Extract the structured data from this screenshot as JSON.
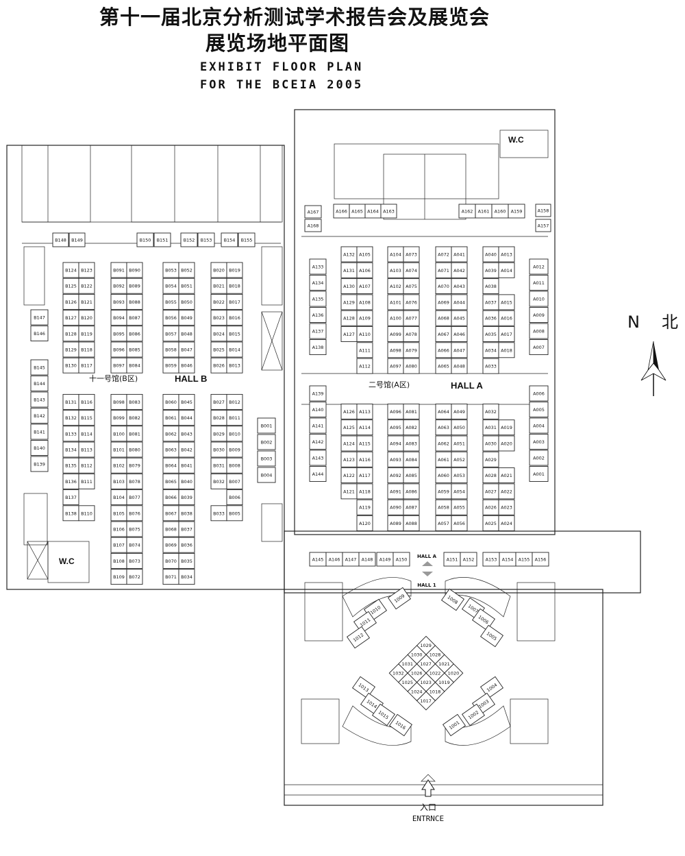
{
  "title": {
    "line1": "第十一届北京分析测试学术报告会及展览会",
    "line2": "展览场地平面图",
    "line3": "EXHIBIT FLOOR PLAN",
    "line4": "FOR THE BCEIA 2005"
  },
  "labels": {
    "hall_b": "HALL  B",
    "hall_b_cn": "十一号馆(B区)",
    "hall_a": "HALL  A",
    "hall_a_cn": "二号馆(A区)",
    "hall_a_small": "HALL A",
    "hall_1_small": "HALL 1",
    "wc": "W.C",
    "north_letter": "N",
    "north_cn": "北",
    "entrance_cn": "入口",
    "entrance_en": "ENTRNCE"
  },
  "booths": {
    "b_top_row": [
      "B148",
      "B149",
      "B150",
      "B151",
      "B152",
      "B153",
      "B154",
      "B155"
    ],
    "b_col1_pairs": [
      [
        "B124",
        "B123"
      ],
      [
        "B125",
        "B122"
      ],
      [
        "B126",
        "B121"
      ],
      [
        "B127",
        "B120"
      ],
      [
        "B128",
        "B119"
      ],
      [
        "B129",
        "B118"
      ],
      [
        "B130",
        "B117"
      ],
      [
        "B131",
        "B116"
      ],
      [
        "B132",
        "B115"
      ],
      [
        "B133",
        "B114"
      ],
      [
        "B134",
        "B113"
      ],
      [
        "B135",
        "B112"
      ],
      [
        "B136",
        "B111"
      ],
      [
        "B137",
        ""
      ],
      [
        "B138",
        "B110"
      ]
    ],
    "b_col2_pairs": [
      [
        "B091",
        "B090"
      ],
      [
        "B092",
        "B089"
      ],
      [
        "B093",
        "B088"
      ],
      [
        "B094",
        "B087"
      ],
      [
        "B095",
        "B086"
      ],
      [
        "B096",
        "B085"
      ],
      [
        "B097",
        "B084"
      ],
      [
        "B098",
        "B083"
      ],
      [
        "B099",
        "B082"
      ],
      [
        "B100",
        "B081"
      ],
      [
        "B101",
        "B080"
      ],
      [
        "B102",
        "B079"
      ],
      [
        "B103",
        "B078"
      ],
      [
        "B104",
        "B077"
      ],
      [
        "B105",
        "B076"
      ],
      [
        "B106",
        "B075"
      ],
      [
        "B107",
        "B074"
      ],
      [
        "B108",
        "B073"
      ],
      [
        "B109",
        "B072"
      ]
    ],
    "b_col3_pairs": [
      [
        "B053",
        "B052"
      ],
      [
        "B054",
        "B051"
      ],
      [
        "B055",
        "B050"
      ],
      [
        "B056",
        "B049"
      ],
      [
        "B057",
        "B048"
      ],
      [
        "B058",
        "B047"
      ],
      [
        "B059",
        "B046"
      ],
      [
        "B060",
        "B045"
      ],
      [
        "B061",
        "B044"
      ],
      [
        "B062",
        "B043"
      ],
      [
        "B063",
        "B042"
      ],
      [
        "B064",
        "B041"
      ],
      [
        "B065",
        "B040"
      ],
      [
        "B066",
        "B039"
      ],
      [
        "B067",
        "B038"
      ],
      [
        "B068",
        "B037"
      ],
      [
        "B069",
        "B036"
      ],
      [
        "B070",
        "B035"
      ],
      [
        "B071",
        "B034"
      ]
    ],
    "b_col4_pairs": [
      [
        "B020",
        "B019"
      ],
      [
        "B021",
        "B018"
      ],
      [
        "B022",
        "B017"
      ],
      [
        "B023",
        "B016"
      ],
      [
        "B024",
        "B015"
      ],
      [
        "B025",
        "B014"
      ],
      [
        "B026",
        "B013"
      ],
      [
        "B027",
        "B012"
      ],
      [
        "B028",
        "B011"
      ],
      [
        "B029",
        "B010"
      ],
      [
        "B030",
        "B009"
      ],
      [
        "B031",
        "B008"
      ],
      [
        "B032",
        "B007"
      ],
      [
        "",
        "B006"
      ],
      [
        "B033",
        "B005"
      ]
    ],
    "b_west_col": [
      "B147",
      "B146",
      "B145",
      "B144",
      "B143",
      "B142",
      "B141",
      "B140",
      "B139"
    ],
    "b_east_col": [
      "B001",
      "B002",
      "B003",
      "B004"
    ],
    "a_top_row": [
      "A166",
      "A165",
      "A164",
      "A163",
      "A162",
      "A161",
      "A160",
      "A159"
    ],
    "a_corner": [
      "A167",
      "A168",
      "A158",
      "A157"
    ],
    "a_west_col": [
      "A133",
      "A134",
      "A135",
      "A136",
      "A137",
      "A138",
      "A139",
      "A140",
      "A141",
      "A142",
      "A143",
      "A144"
    ],
    "a_col1_pairs": [
      [
        "A132",
        "A105"
      ],
      [
        "A131",
        "A106"
      ],
      [
        "A130",
        "A107"
      ],
      [
        "A129",
        "A108"
      ],
      [
        "A128",
        "A109"
      ],
      [
        "A127",
        "A110"
      ],
      [
        "",
        "A111"
      ],
      [
        "",
        "A112"
      ],
      [
        "A126",
        "A113"
      ],
      [
        "A125",
        "A114"
      ],
      [
        "A124",
        "A115"
      ],
      [
        "A123",
        "A116"
      ],
      [
        "A122",
        "A117"
      ],
      [
        "A121",
        "A118"
      ],
      [
        "",
        "A119"
      ],
      [
        "",
        "A120"
      ]
    ],
    "a_col2_pairs": [
      [
        "A104",
        "A073"
      ],
      [
        "A103",
        "A074"
      ],
      [
        "A102",
        "A075"
      ],
      [
        "A101",
        "A076"
      ],
      [
        "A100",
        "A077"
      ],
      [
        "A099",
        "A078"
      ],
      [
        "A098",
        "A079"
      ],
      [
        "A097",
        "A080"
      ],
      [
        "A096",
        "A081"
      ],
      [
        "A095",
        "A082"
      ],
      [
        "A094",
        "A083"
      ],
      [
        "A093",
        "A084"
      ],
      [
        "A092",
        "A085"
      ],
      [
        "A091",
        "A086"
      ],
      [
        "A090",
        "A087"
      ],
      [
        "A089",
        "A088"
      ]
    ],
    "a_col3_pairs": [
      [
        "A072",
        "A041"
      ],
      [
        "A071",
        "A042"
      ],
      [
        "A070",
        "A043"
      ],
      [
        "A069",
        "A044"
      ],
      [
        "A068",
        "A045"
      ],
      [
        "A067",
        "A046"
      ],
      [
        "A066",
        "A047"
      ],
      [
        "A065",
        "A048"
      ],
      [
        "A064",
        "A049"
      ],
      [
        "A063",
        "A050"
      ],
      [
        "A062",
        "A051"
      ],
      [
        "A061",
        "A052"
      ],
      [
        "A060",
        "A053"
      ],
      [
        "A059",
        "A054"
      ],
      [
        "A058",
        "A055"
      ],
      [
        "A057",
        "A056"
      ]
    ],
    "a_col4_pairs": [
      [
        "A040",
        "A013"
      ],
      [
        "A039",
        "A014"
      ],
      [
        "A038",
        ""
      ],
      [
        "A037",
        "A015"
      ],
      [
        "A036",
        "A016"
      ],
      [
        "A035",
        "A017"
      ],
      [
        "A034",
        "A018"
      ],
      [
        "A033",
        ""
      ],
      [
        "A032",
        ""
      ],
      [
        "A031",
        "A019"
      ],
      [
        "A030",
        "A020"
      ],
      [
        "A029",
        ""
      ],
      [
        "A028",
        "A021"
      ],
      [
        "A027",
        "A022"
      ],
      [
        "A026",
        "A023"
      ],
      [
        "A025",
        "A024"
      ]
    ],
    "a_east_col": [
      "A012",
      "A011",
      "A010",
      "A009",
      "A008",
      "A007",
      "A006",
      "A005",
      "A004",
      "A003",
      "A002",
      "A001"
    ],
    "a_bottom_row": [
      "A145",
      "A146",
      "A147",
      "A148",
      "A149",
      "A150",
      "A151",
      "A152",
      "A153",
      "A154",
      "A155",
      "A156"
    ],
    "h1_west_arc": [
      "1009",
      "1010",
      "1011",
      "1012"
    ],
    "h1_east_arc": [
      "1008",
      "1007",
      "1006",
      "1005"
    ],
    "h1_sw_arc": [
      "1013",
      "1014",
      "1015",
      "1016"
    ],
    "h1_se_arc": [
      "1004",
      "1003",
      "1002",
      "1001"
    ],
    "h1_diamond": [
      "1029",
      "1030",
      "1028",
      "1031",
      "1027",
      "1021",
      "1032",
      "1026",
      "1022",
      "1020",
      "1025",
      "1023",
      "1019",
      "1024",
      "1018",
      "1017"
    ]
  }
}
